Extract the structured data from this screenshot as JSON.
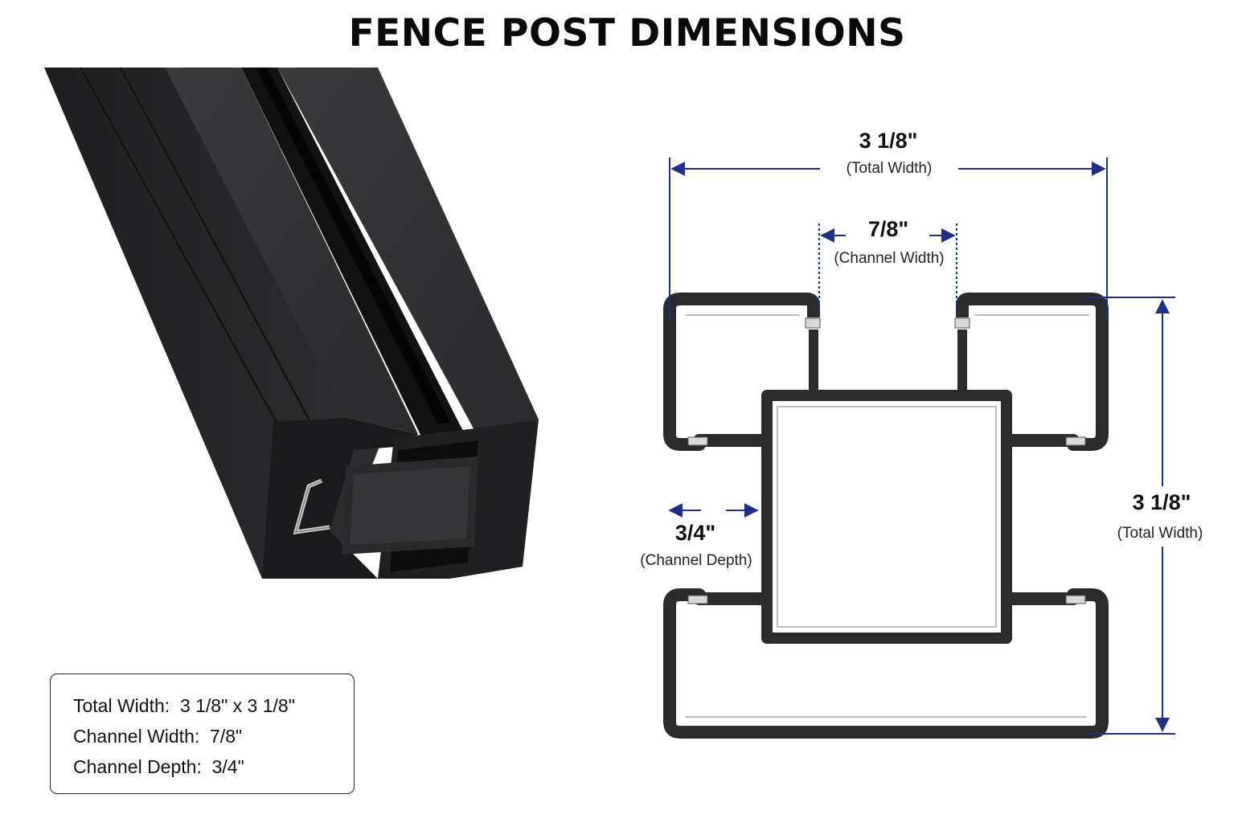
{
  "title": "FENCE POST DIMENSIONS",
  "dimensions": {
    "top_total": {
      "value": "3 1/8\"",
      "label": "(Total Width)"
    },
    "channel_width": {
      "value": "7/8\"",
      "label": "(Channel Width)"
    },
    "channel_depth": {
      "value": "3/4\"",
      "label": "(Channel Depth)"
    },
    "side_total": {
      "value": "3 1/8\"",
      "label": "(Total Width)"
    }
  },
  "specs": [
    {
      "label": "Total Width:",
      "value": "3 1/8\" x 3 1/8\""
    },
    {
      "label": "Channel Width:",
      "value": "7/8\""
    },
    {
      "label": "Channel Depth:",
      "value": "3/4\""
    }
  ],
  "colors": {
    "dimension_line": "#1f2f86",
    "post": "#2b2b2d"
  }
}
